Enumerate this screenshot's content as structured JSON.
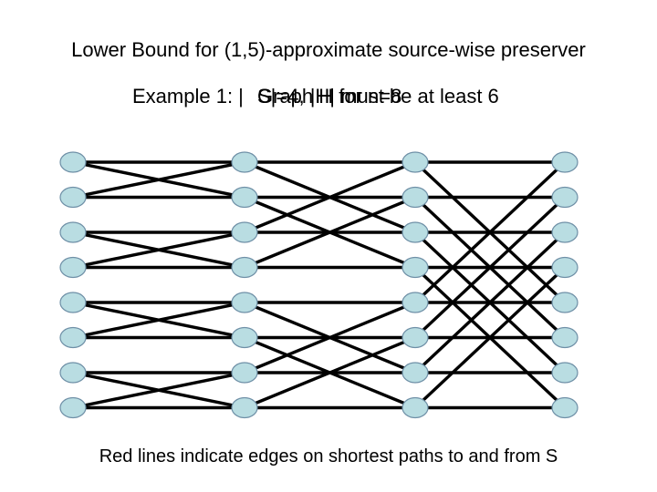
{
  "title": "Lower Bound for (1,5)-approximate source-wise preserver",
  "subtitle": {
    "prefix": "Example 1: |",
    "overlap_a": "S|=4, |H| must be at least 6",
    "overlap_b": "Graph H for n=8"
  },
  "caption": "Red lines indicate edges on shortest paths to and from S",
  "graph": {
    "columns": 4,
    "rows": 8,
    "edges": [
      [
        0,
        0,
        1,
        0
      ],
      [
        0,
        0,
        1,
        1
      ],
      [
        0,
        1,
        1,
        0
      ],
      [
        0,
        1,
        1,
        1
      ],
      [
        0,
        2,
        1,
        2
      ],
      [
        0,
        2,
        1,
        3
      ],
      [
        0,
        3,
        1,
        2
      ],
      [
        0,
        3,
        1,
        3
      ],
      [
        0,
        4,
        1,
        4
      ],
      [
        0,
        4,
        1,
        5
      ],
      [
        0,
        5,
        1,
        4
      ],
      [
        0,
        5,
        1,
        5
      ],
      [
        0,
        6,
        1,
        6
      ],
      [
        0,
        6,
        1,
        7
      ],
      [
        0,
        7,
        1,
        6
      ],
      [
        0,
        7,
        1,
        7
      ],
      [
        1,
        0,
        2,
        0
      ],
      [
        1,
        0,
        2,
        2
      ],
      [
        1,
        2,
        2,
        0
      ],
      [
        1,
        2,
        2,
        2
      ],
      [
        1,
        1,
        2,
        1
      ],
      [
        1,
        1,
        2,
        3
      ],
      [
        1,
        3,
        2,
        1
      ],
      [
        1,
        3,
        2,
        3
      ],
      [
        1,
        4,
        2,
        4
      ],
      [
        1,
        4,
        2,
        6
      ],
      [
        1,
        6,
        2,
        4
      ],
      [
        1,
        6,
        2,
        6
      ],
      [
        1,
        5,
        2,
        5
      ],
      [
        1,
        5,
        2,
        7
      ],
      [
        1,
        7,
        2,
        5
      ],
      [
        1,
        7,
        2,
        7
      ],
      [
        2,
        0,
        3,
        0
      ],
      [
        2,
        0,
        3,
        4
      ],
      [
        2,
        4,
        3,
        0
      ],
      [
        2,
        4,
        3,
        4
      ],
      [
        2,
        1,
        3,
        1
      ],
      [
        2,
        1,
        3,
        5
      ],
      [
        2,
        5,
        3,
        1
      ],
      [
        2,
        5,
        3,
        5
      ],
      [
        2,
        2,
        3,
        2
      ],
      [
        2,
        2,
        3,
        6
      ],
      [
        2,
        6,
        3,
        2
      ],
      [
        2,
        6,
        3,
        6
      ],
      [
        2,
        3,
        3,
        3
      ],
      [
        2,
        3,
        3,
        7
      ],
      [
        2,
        7,
        3,
        3
      ],
      [
        2,
        7,
        3,
        7
      ]
    ]
  }
}
